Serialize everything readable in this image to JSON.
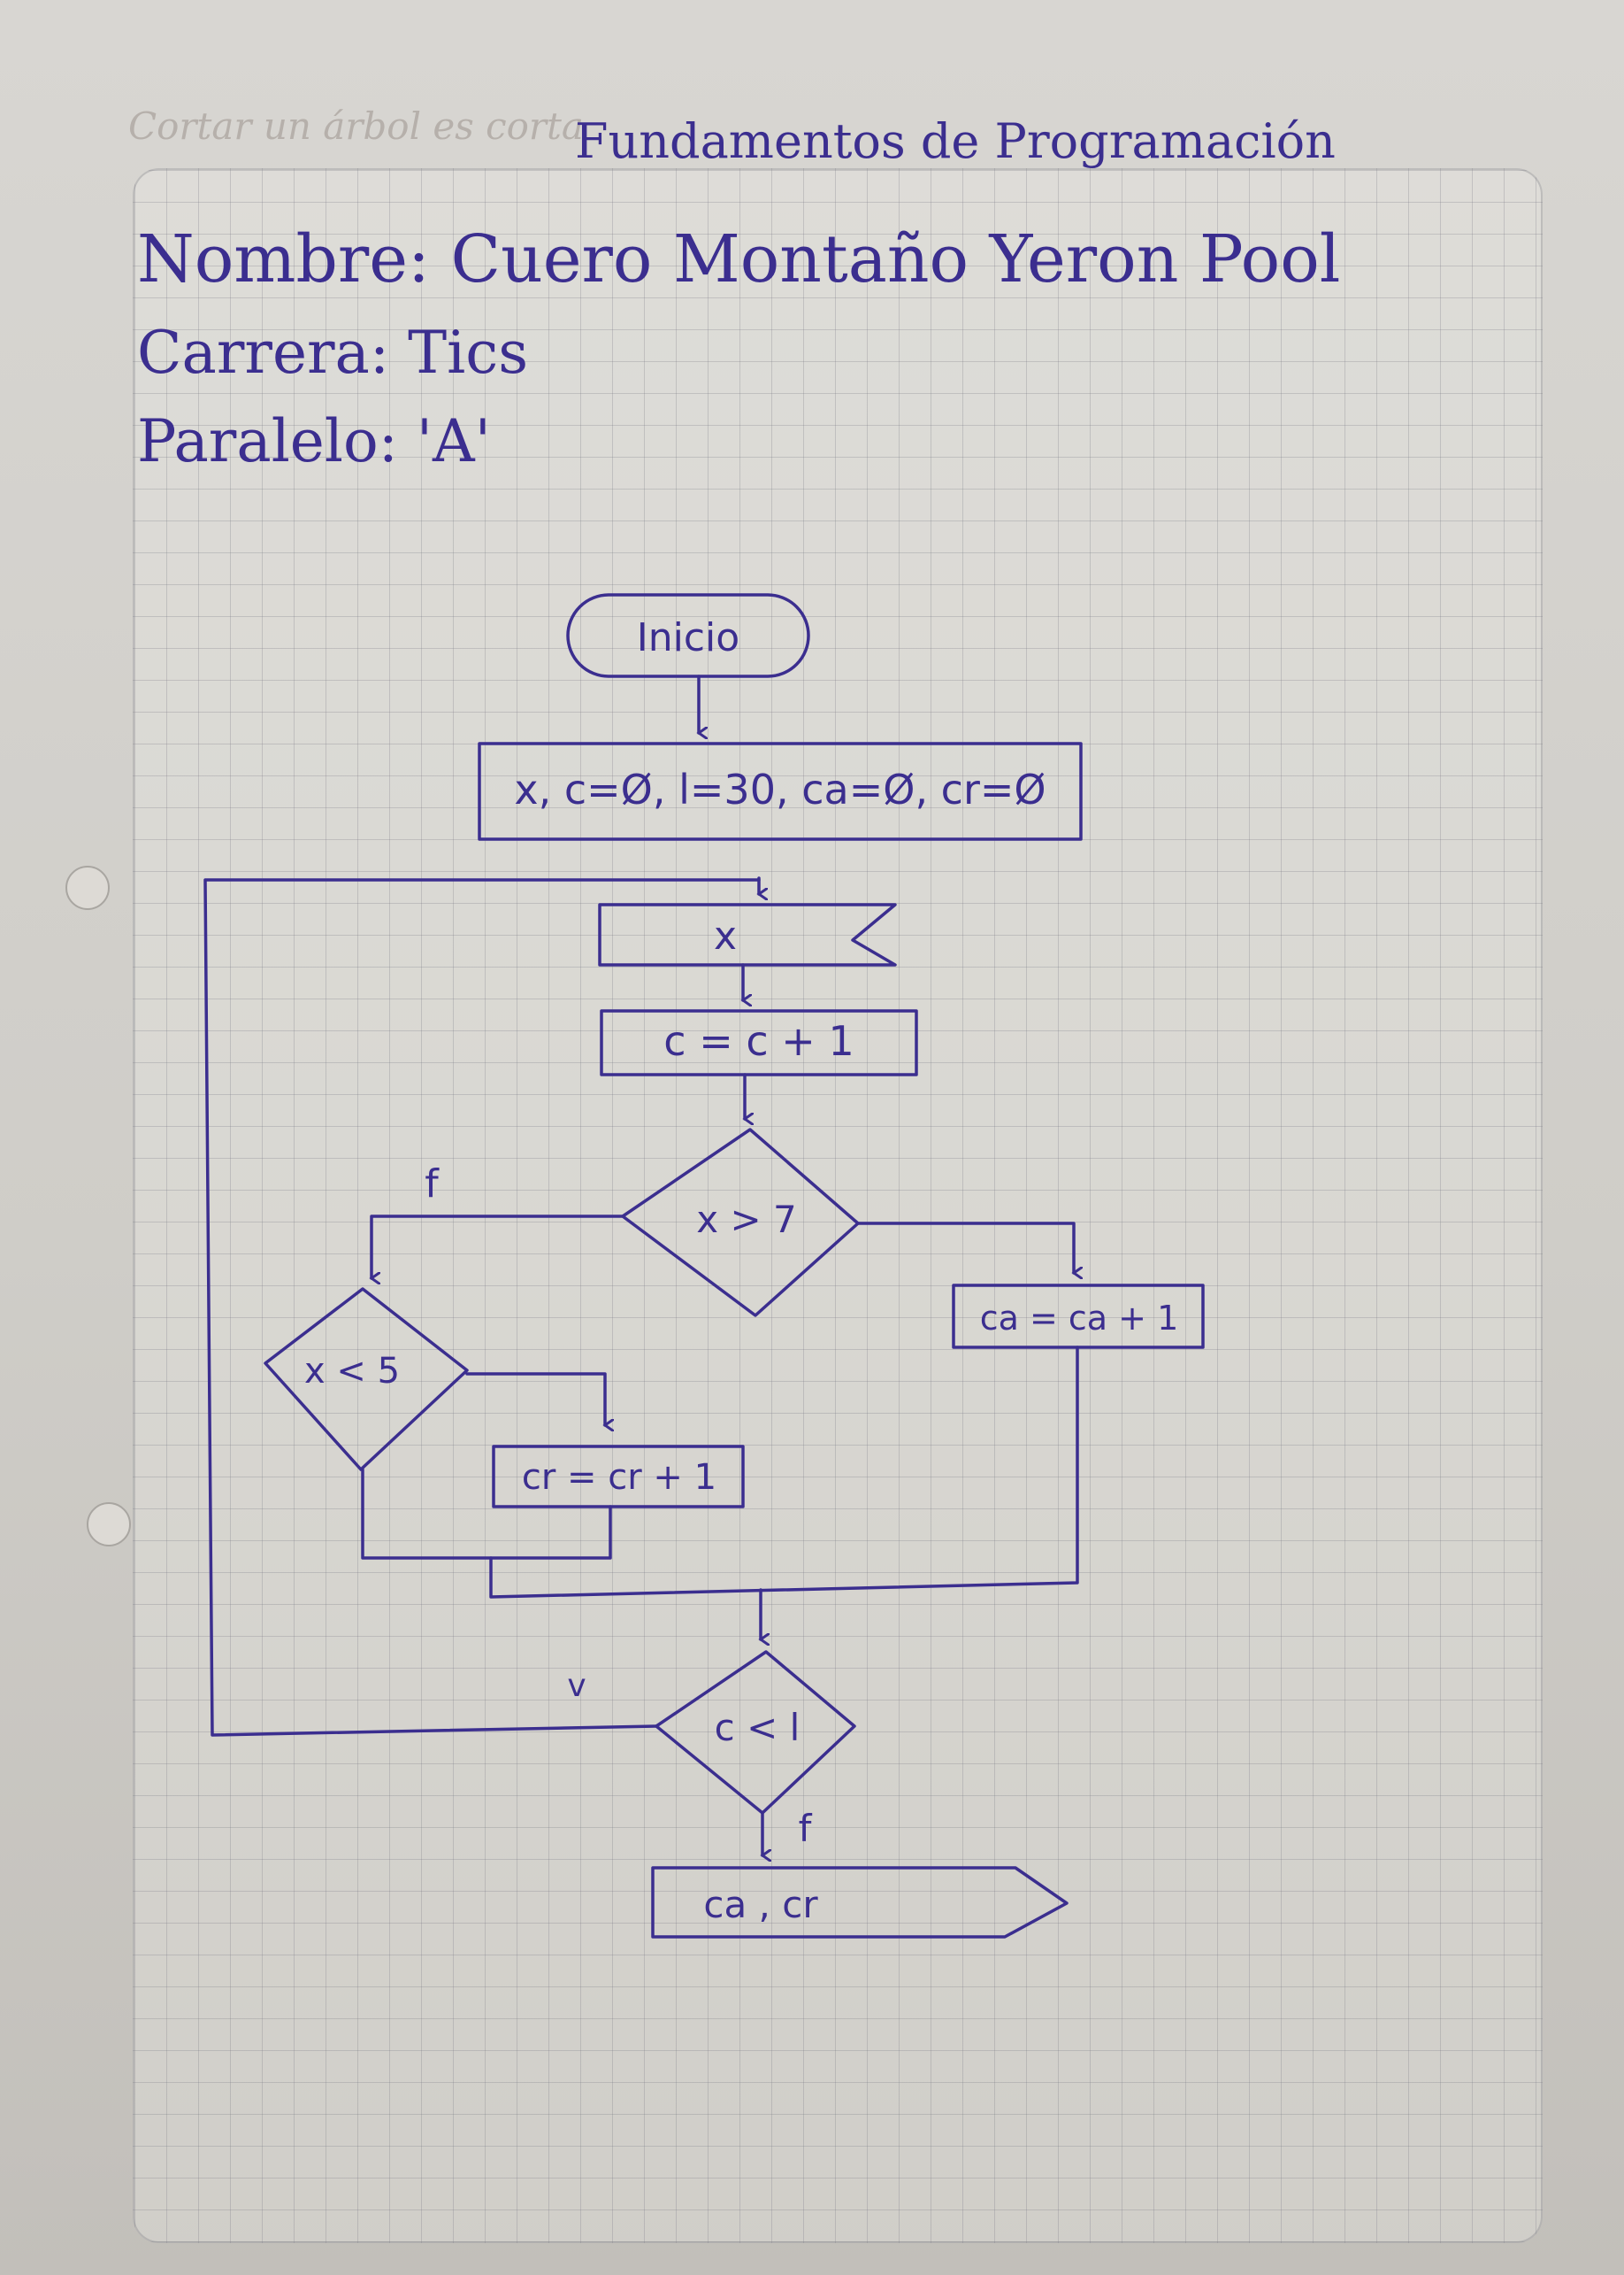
{
  "watermark": {
    "motto": "Cortar un árbol es corta"
  },
  "header": {
    "title": "Fundamentos de Programación",
    "name_line": "Nombre: Cuero Montaño Yeron Pool",
    "career_line": "Carrera: Tics",
    "parallel_line": "Paralelo: 'A'"
  },
  "flowchart": {
    "start": "Inicio",
    "init": "x, c=Ø, l=30, ca=Ø, cr=Ø",
    "input": "x",
    "increment": "c = c + 1",
    "decision_gt": "x > 7",
    "label_false_1": "f",
    "assign_ca": "ca = ca + 1",
    "decision_lt": "x < 5",
    "assign_cr": "cr = cr + 1",
    "decision_loop": "c < l",
    "label_true": "v",
    "label_false_2": "f",
    "output": "ca , cr"
  },
  "colors": {
    "ink": "#3b2e8f",
    "grid": "#8c8c96"
  }
}
